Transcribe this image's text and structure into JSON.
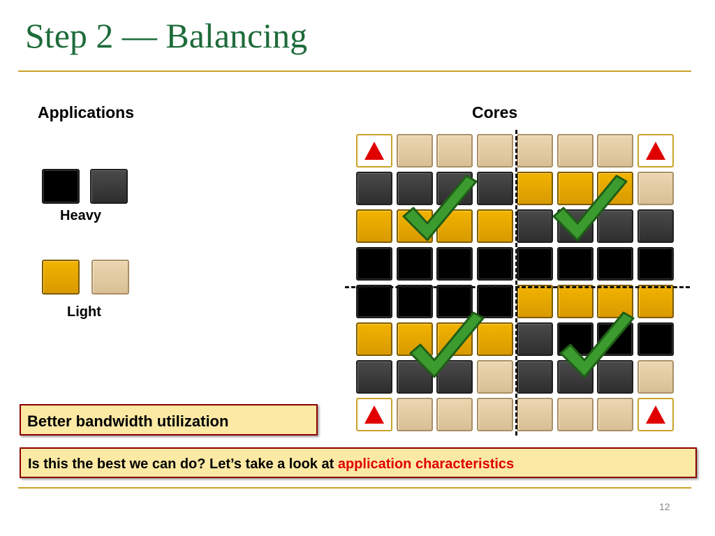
{
  "slide": {
    "title": "Step 2 — Balancing",
    "applications_heading": "Applications",
    "cores_heading": "Cores",
    "page_number": "12"
  },
  "legend": {
    "heavy_label": "Heavy",
    "light_label": "Light",
    "heavy_colors": [
      "#000000",
      "#3a3a3a"
    ],
    "light_colors": [
      "#e6a800",
      "#e2cba3"
    ]
  },
  "callouts": {
    "better": "Better bandwidth utilization",
    "question_prefix": "Is this the best we can do? Let’s take a look at ",
    "question_highlight": "application characteristics"
  },
  "grid": {
    "legend_codes": {
      "K": "black (heavy)",
      "D": "dark gray (heavy)",
      "G": "gold (light)",
      "T": "tan (light)",
      "M": "memory controller (red triangle)"
    },
    "rows": [
      "MTTTTTTM",
      "DDDDGGGT",
      "GGGGDDDD",
      "KKKKKKKK",
      "KKKKGGGG",
      "GGGGDKKK",
      "DDDTDDDT",
      "MTTTTTTM"
    ],
    "check_icons": 4
  },
  "colors": {
    "title": "#1d6b3a",
    "rule": "#c9a227",
    "callout_bg": "#fbe9a4",
    "callout_border": "#8b0000",
    "highlight": "#e00000",
    "triangle": "#e00000",
    "check": "#3c9b2f"
  }
}
